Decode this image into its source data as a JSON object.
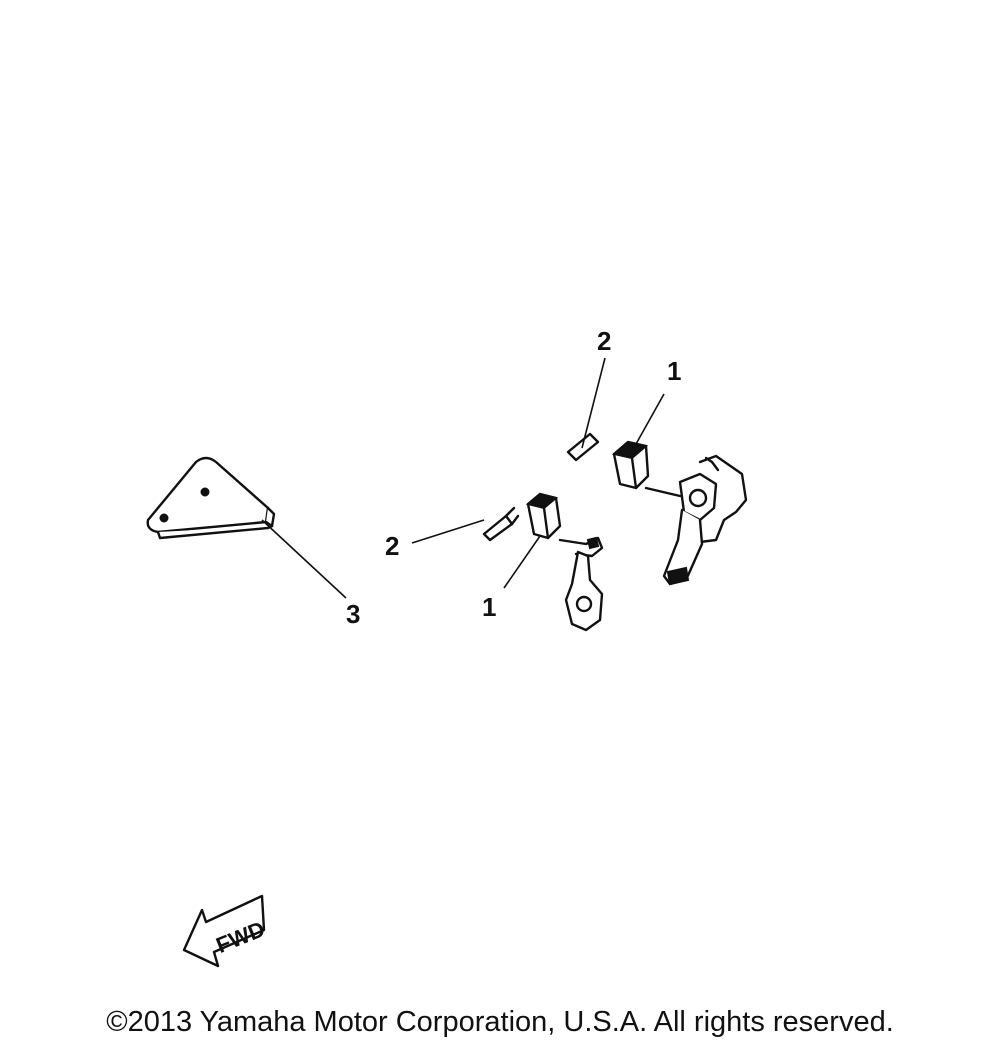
{
  "callouts": {
    "part1_left": "1",
    "part1_right": "1",
    "part2_left": "2",
    "part2_right": "2",
    "part3": "3"
  },
  "fwd_arrow": {
    "label": "FWD"
  },
  "copyright": "©2013 Yamaha Motor Corporation, U.S.A. All rights reserved."
}
